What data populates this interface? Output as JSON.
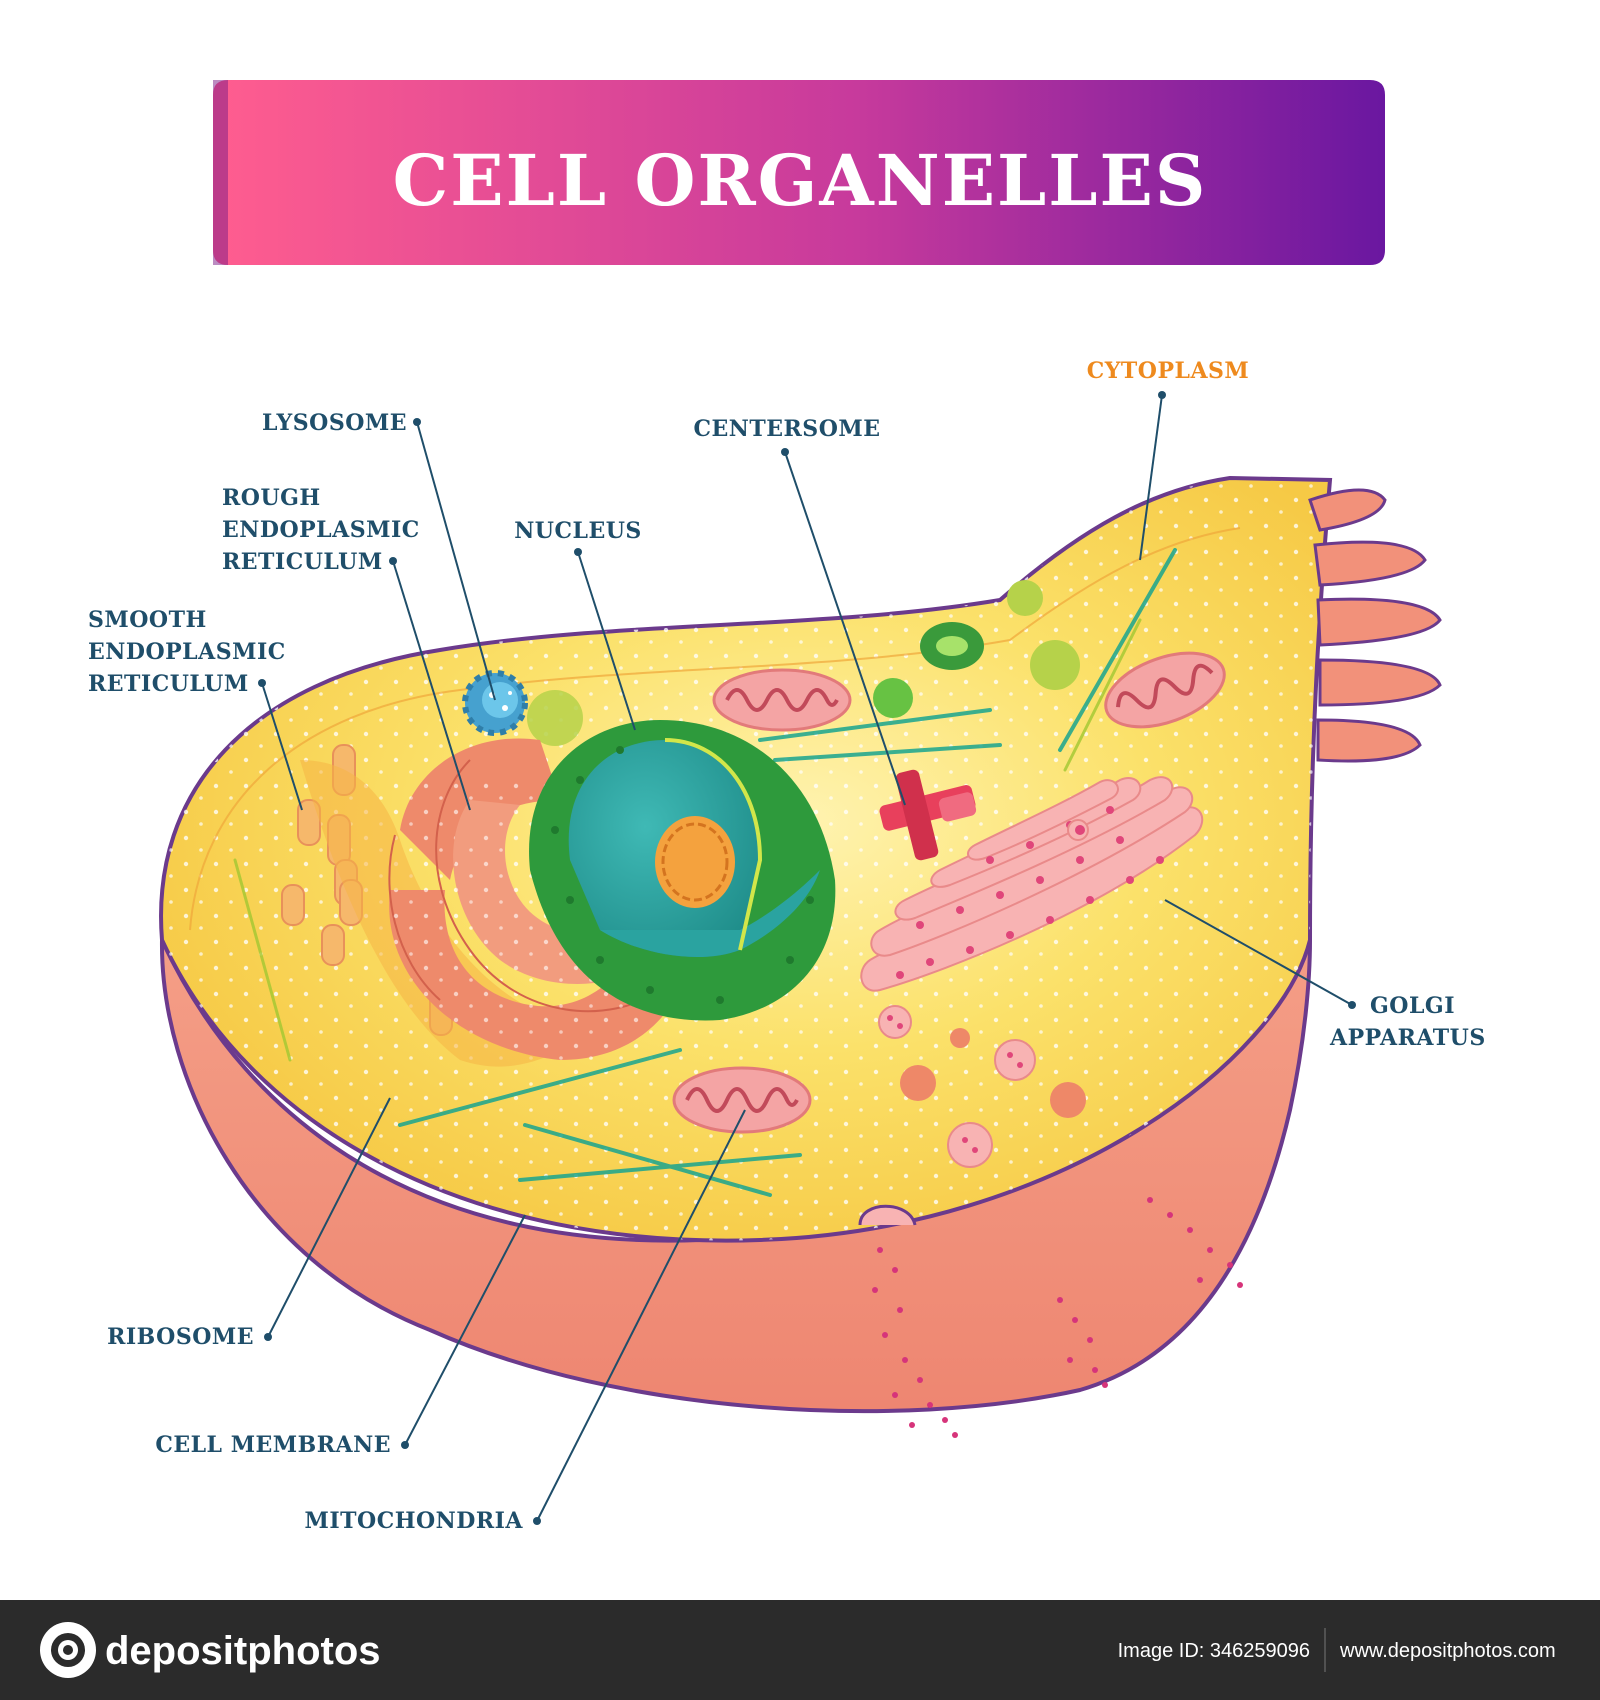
{
  "title": "CELL ORGANELLES",
  "labels": {
    "lysosome": "LYSOSOME",
    "rough_er": [
      "ROUGH",
      "ENDOPLASMIC",
      "RETICULUM"
    ],
    "smooth_er": [
      "SMOOTH",
      "ENDOPLASMIC",
      "RETICULUM"
    ],
    "nucleus": "NUCLEUS",
    "centrosome": "CENTERSOME",
    "cytoplasm": "CYTOPLASM",
    "golgi": [
      "GOLGI",
      "APPARATUS"
    ],
    "ribosome": "RIBOSOME",
    "cell_membrane": "CELL MEMBRANE",
    "mitochondria": "MITOCHONDRIA"
  },
  "footer": {
    "brand": "depositphotos",
    "image_id": "Image ID: 346259096",
    "website": "www.depositphotos.com"
  },
  "colors": {
    "title_gradient_start": "#ff5d8f",
    "title_gradient_end": "#6a17a0",
    "label": "#1f4e6a",
    "cytoplasm_label": "#ee8a1e",
    "cytoplasm": "#f8d74f",
    "membrane": "#6b3a8c",
    "outer_cut": "#f2917a",
    "nucleus_outer": "#2e9a3c",
    "nucleus_inner": "#2aa3a0",
    "footer_bg": "#2b2b2b"
  }
}
